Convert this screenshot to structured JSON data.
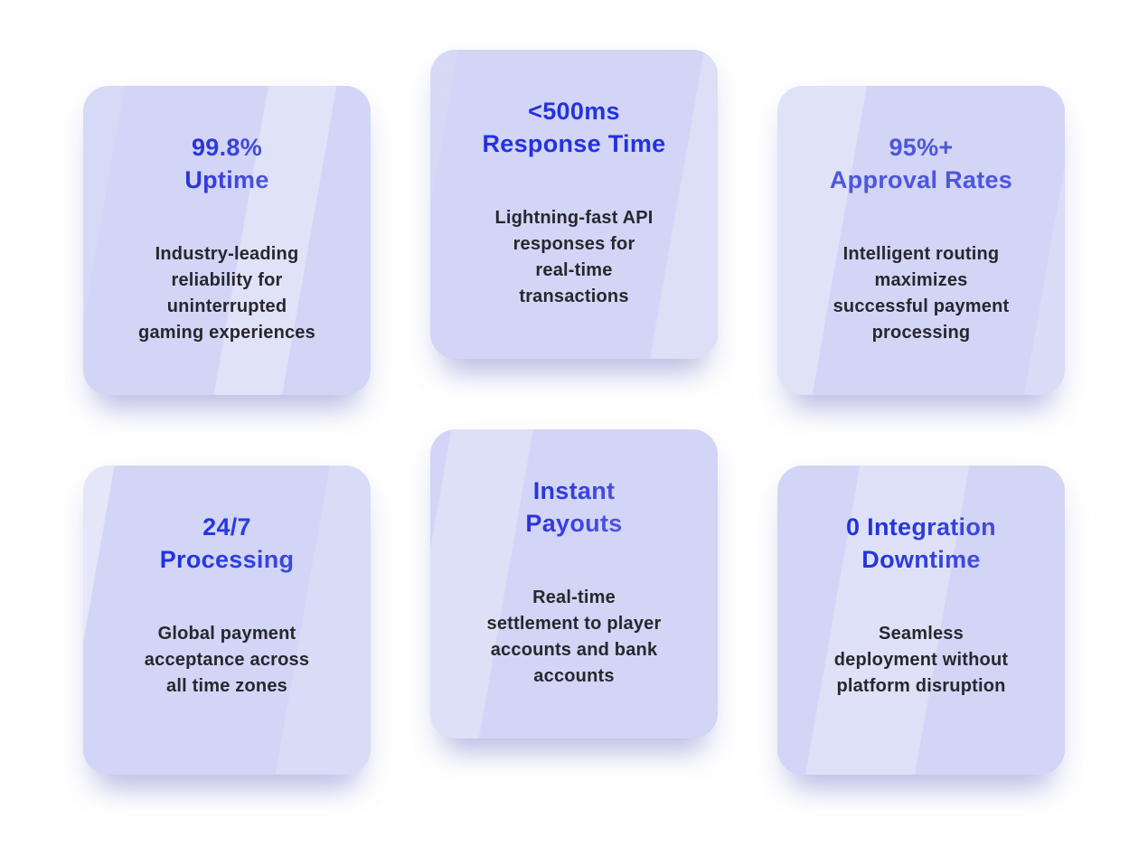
{
  "colors": {
    "page_background": "#ffffff",
    "card_background": "#d2d5f5",
    "body_text": "#27272e",
    "title_blue": "#2432dc",
    "title_purple": "#4e56db"
  },
  "cards": [
    {
      "key": "uptime",
      "title": "99.8%\nUptime",
      "description": "Industry-leading\nreliability for\nuninterrupted\ngaming experiences",
      "title_color": "#2733d6",
      "title_color_end": "#6b70e6"
    },
    {
      "key": "response-time",
      "title": "<500ms\nResponse Time",
      "description": "Lightning-fast API\nresponses for\nreal-time\ntransactions",
      "title_color": "#2432dc"
    },
    {
      "key": "approval-rates",
      "title": "95%+\nApproval Rates",
      "description": "Intelligent routing\nmaximizes\nsuccessful payment\nprocessing",
      "title_color": "#4e56db"
    },
    {
      "key": "processing",
      "title": "24/7\nProcessing",
      "description": "Global payment\nacceptance across\nall time zones",
      "title_color": "#2133dd",
      "title_color_end": "#4750e0"
    },
    {
      "key": "instant-payouts",
      "title": "Instant\nPayouts",
      "description": "Real-time\nsettlement to player\naccounts and bank\naccounts",
      "title_color": "#2a34d8",
      "title_color_end": "#676ce5"
    },
    {
      "key": "integration-downtime",
      "title": "0 Integration\nDowntime",
      "description": "Seamless\ndeployment without\nplatform disruption",
      "title_color": "#2433da",
      "title_color_end": "#5058e0"
    }
  ]
}
